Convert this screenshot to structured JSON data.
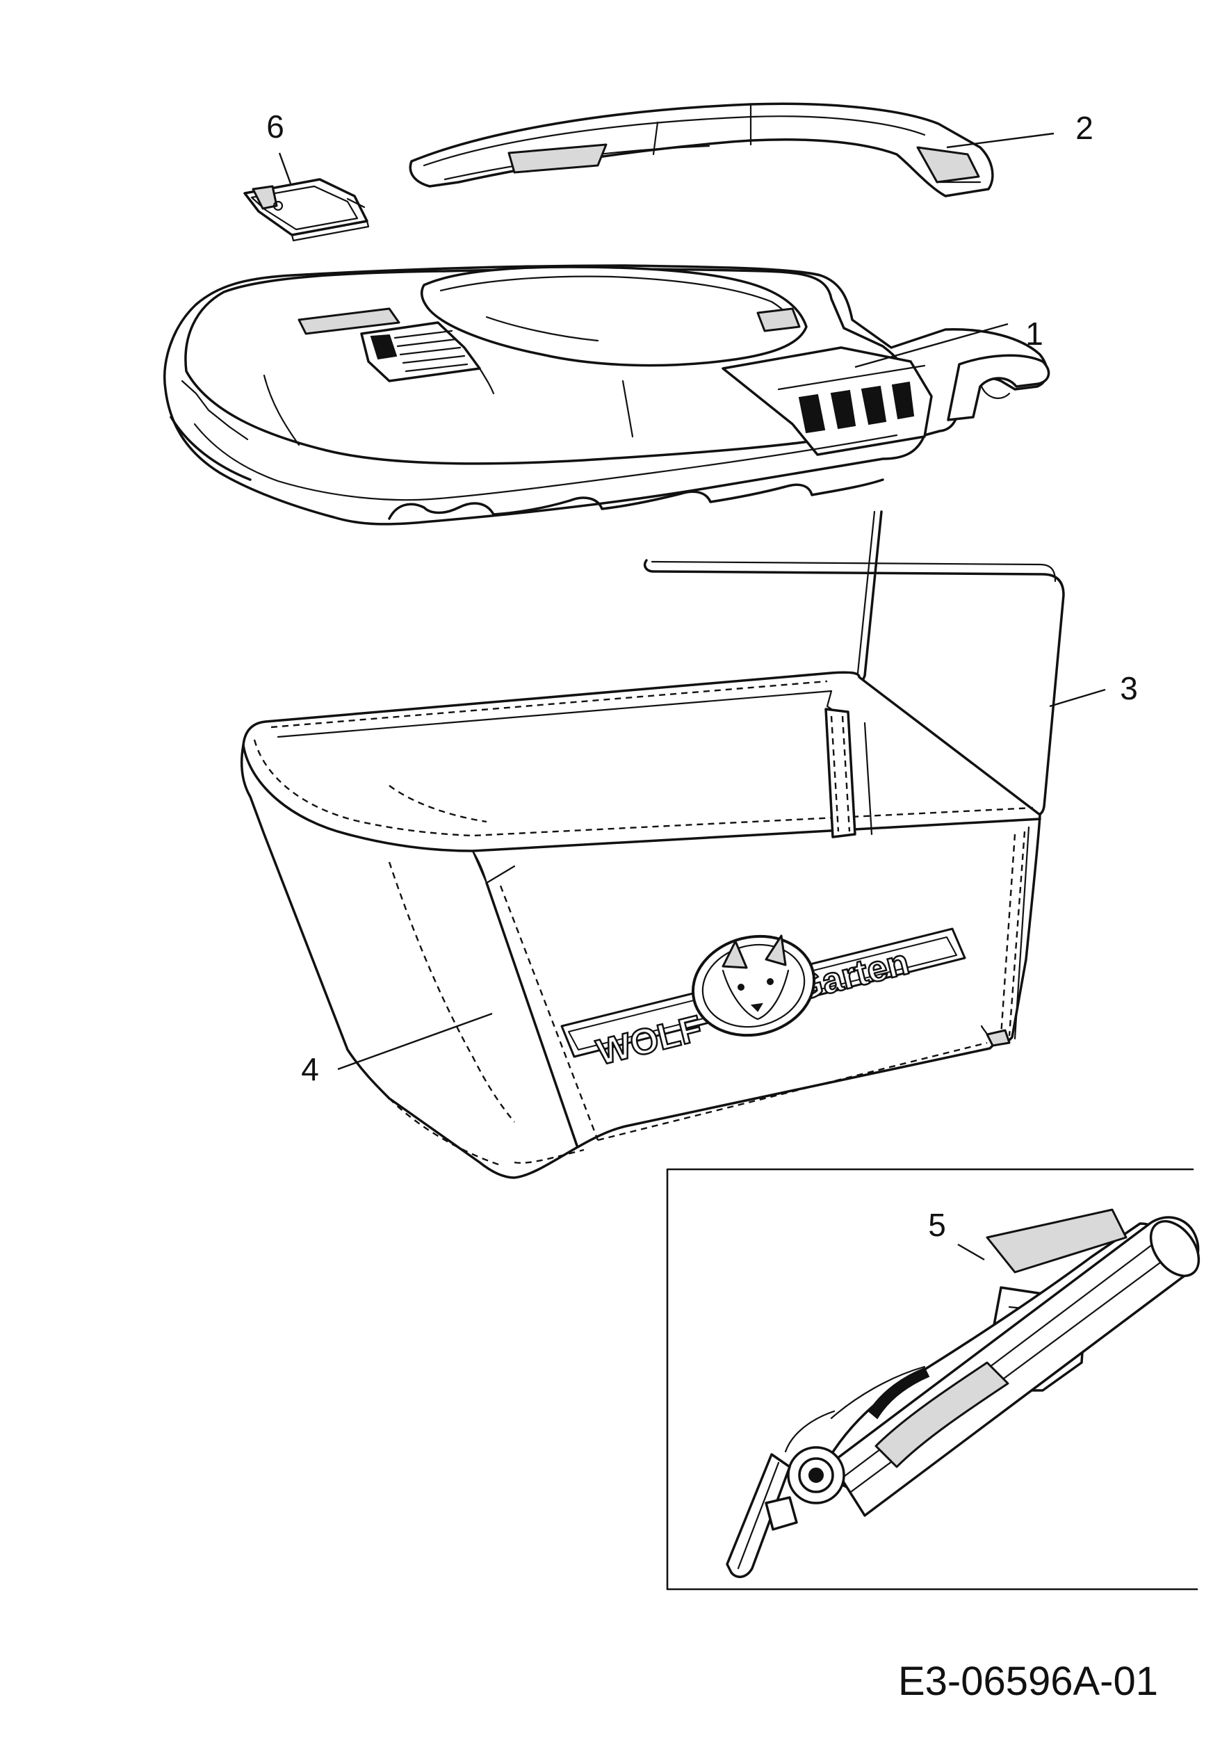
{
  "diagram": {
    "drawing_number": "E3-06596A-01",
    "parts": [
      {
        "callout": "1",
        "depicts": "catcher-lid"
      },
      {
        "callout": "2",
        "depicts": "carry-handle"
      },
      {
        "callout": "3",
        "depicts": "wire-frame"
      },
      {
        "callout": "4",
        "depicts": "fabric-bag"
      },
      {
        "callout": "5",
        "depicts": "flap-assembly"
      },
      {
        "callout": "6",
        "depicts": "level-indicator-cover"
      }
    ],
    "logo": {
      "brand_left": "WOLF",
      "brand_right": "Garten"
    },
    "colors": {
      "line": "#111111",
      "paper": "#ffffff",
      "shade": "#d9d9d9"
    }
  }
}
